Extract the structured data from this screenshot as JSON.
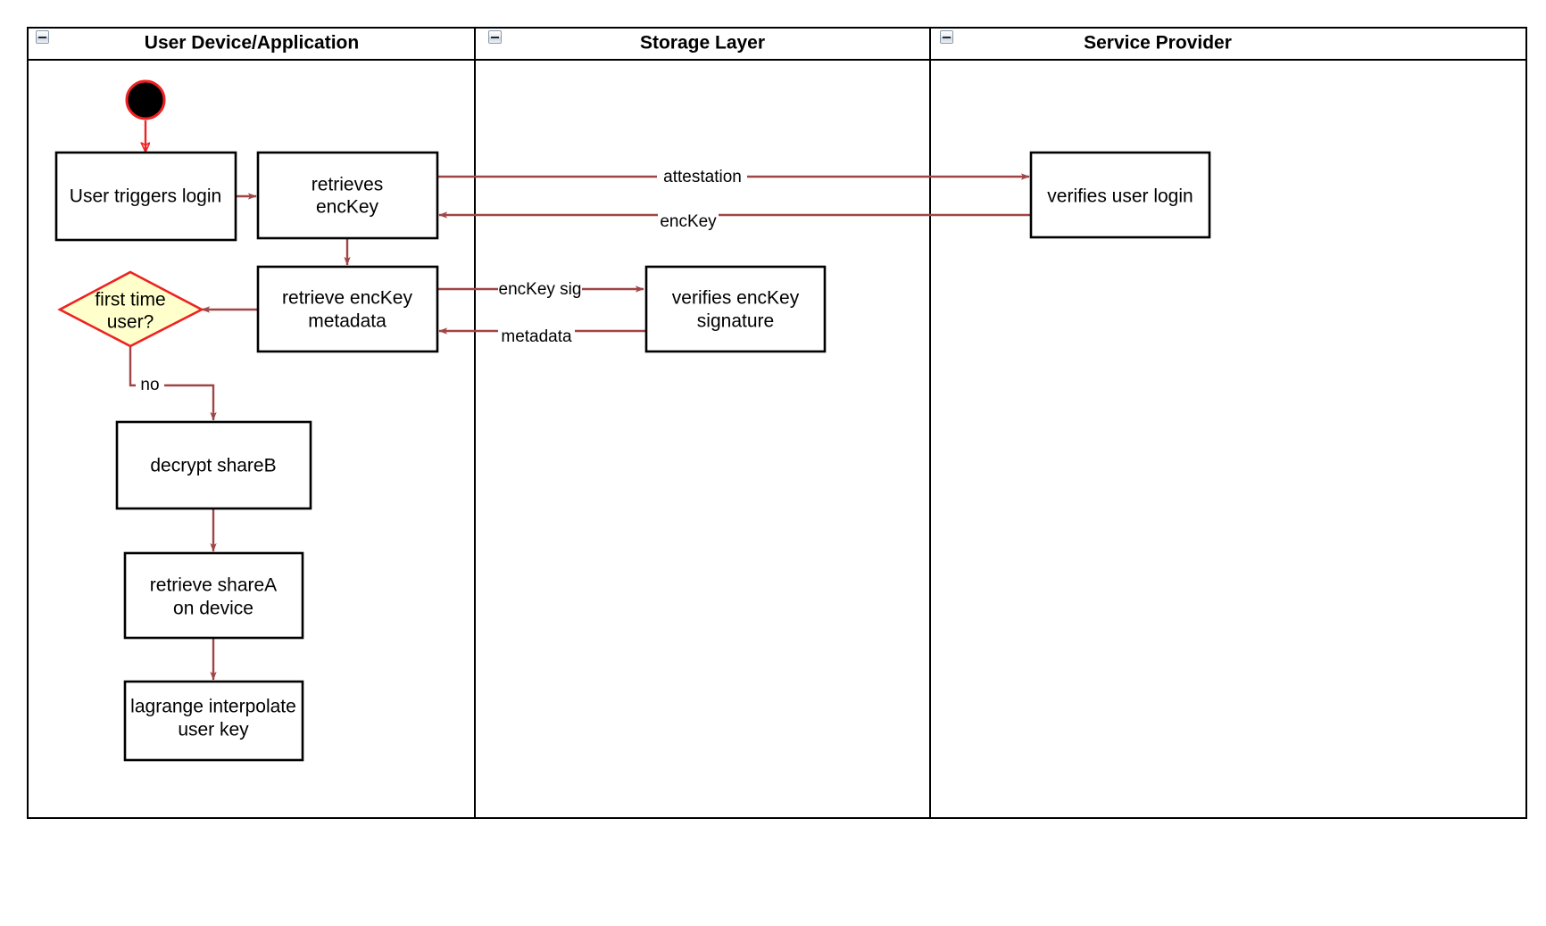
{
  "diagram": {
    "type": "swimlane-activity-diagram",
    "lanes": [
      {
        "id": "user",
        "title": "User Device/Application",
        "collapse_icon": "collapse-minus-icon"
      },
      {
        "id": "storage",
        "title": "Storage Layer",
        "collapse_icon": "collapse-minus-icon"
      },
      {
        "id": "provider",
        "title": "Service Provider",
        "collapse_icon": "collapse-minus-icon"
      }
    ],
    "nodes": [
      {
        "id": "start",
        "lane": "user",
        "shape": "initial-node",
        "label": ""
      },
      {
        "id": "n_trigger",
        "lane": "user",
        "shape": "box",
        "lines": [
          "User triggers login"
        ]
      },
      {
        "id": "n_retrieves",
        "lane": "user",
        "shape": "box",
        "lines": [
          "retrieves",
          "encKey"
        ]
      },
      {
        "id": "n_metadata",
        "lane": "user",
        "shape": "box",
        "lines": [
          "retrieve encKey",
          "metadata"
        ]
      },
      {
        "id": "n_firsttime",
        "lane": "user",
        "shape": "diamond",
        "lines": [
          "first time",
          "user?"
        ]
      },
      {
        "id": "n_decrypt",
        "lane": "user",
        "shape": "box",
        "lines": [
          "decrypt shareB"
        ]
      },
      {
        "id": "n_sharea",
        "lane": "user",
        "shape": "box",
        "lines": [
          "retrieve shareA",
          "on device"
        ]
      },
      {
        "id": "n_lagrange",
        "lane": "user",
        "shape": "box",
        "lines": [
          "lagrange interpolate",
          "user key"
        ]
      },
      {
        "id": "n_verifysig",
        "lane": "storage",
        "shape": "box",
        "lines": [
          "verifies encKey",
          "signature"
        ]
      },
      {
        "id": "n_verifylogin",
        "lane": "provider",
        "shape": "box",
        "lines": [
          "verifies user login"
        ]
      }
    ],
    "edges": [
      {
        "from": "start",
        "to": "n_trigger",
        "label": ""
      },
      {
        "from": "n_trigger",
        "to": "n_retrieves",
        "label": ""
      },
      {
        "from": "n_retrieves",
        "to": "n_verifylogin",
        "label": "attestation"
      },
      {
        "from": "n_verifylogin",
        "to": "n_retrieves",
        "label": "encKey"
      },
      {
        "from": "n_retrieves",
        "to": "n_metadata",
        "label": ""
      },
      {
        "from": "n_metadata",
        "to": "n_verifysig",
        "label": "encKey sig"
      },
      {
        "from": "n_verifysig",
        "to": "n_metadata",
        "label": "metadata"
      },
      {
        "from": "n_metadata",
        "to": "n_firsttime",
        "label": ""
      },
      {
        "from": "n_firsttime",
        "to": "n_decrypt",
        "label": "no"
      },
      {
        "from": "n_decrypt",
        "to": "n_sharea",
        "label": ""
      },
      {
        "from": "n_sharea",
        "to": "n_lagrange",
        "label": ""
      }
    ],
    "colors": {
      "edge": "#a04545",
      "start_edge": "#ee2222",
      "diamond_fill": "#ffffcc",
      "diamond_stroke": "#ee2222",
      "node_stroke": "#000000",
      "node_fill": "#ffffff",
      "background": "#ffffff"
    }
  }
}
